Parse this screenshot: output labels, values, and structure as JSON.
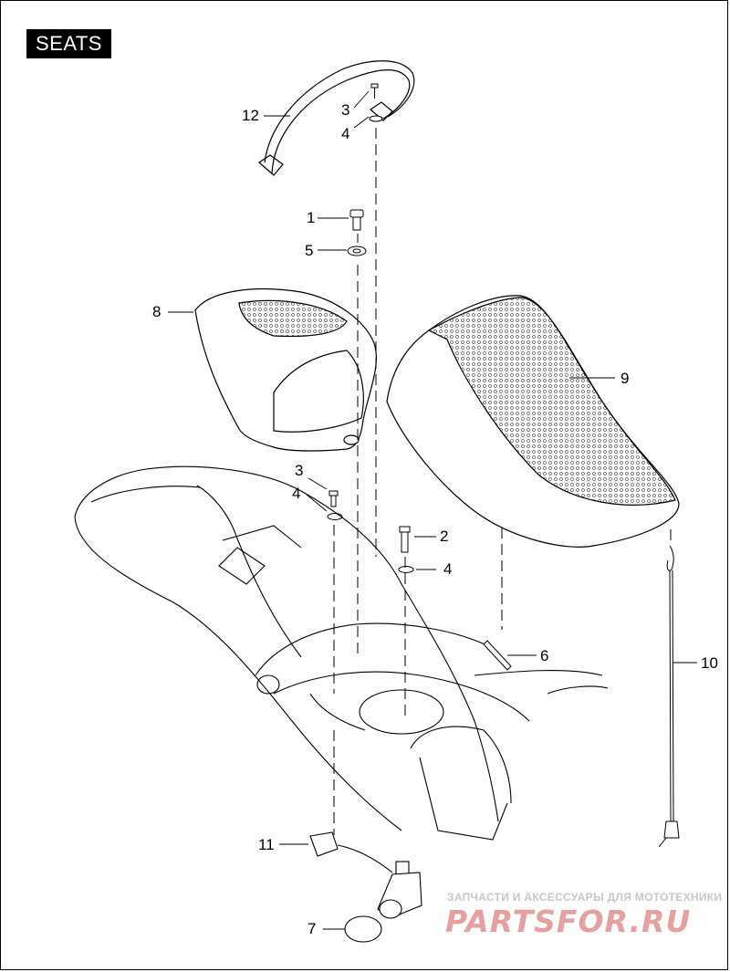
{
  "title": "SEATS",
  "callouts": {
    "c12": "12",
    "c3a": "3",
    "c4a": "4",
    "c1": "1",
    "c5": "5",
    "c8": "8",
    "c9": "9",
    "c3b": "3",
    "c4b": "4",
    "c2": "2",
    "c4c": "4",
    "c6": "6",
    "c10": "10",
    "c11": "11",
    "c7": "7"
  },
  "watermark": {
    "tagline": "ЗАПЧАСТИ И АКСЕССУАРЫ ДЛЯ МОТОТЕХНИКИ",
    "logo": "PARTSFOR.RU"
  },
  "colors": {
    "line": "#000000",
    "watermark_text": "#c8c8c8",
    "watermark_logo": "#e6a0a0"
  }
}
